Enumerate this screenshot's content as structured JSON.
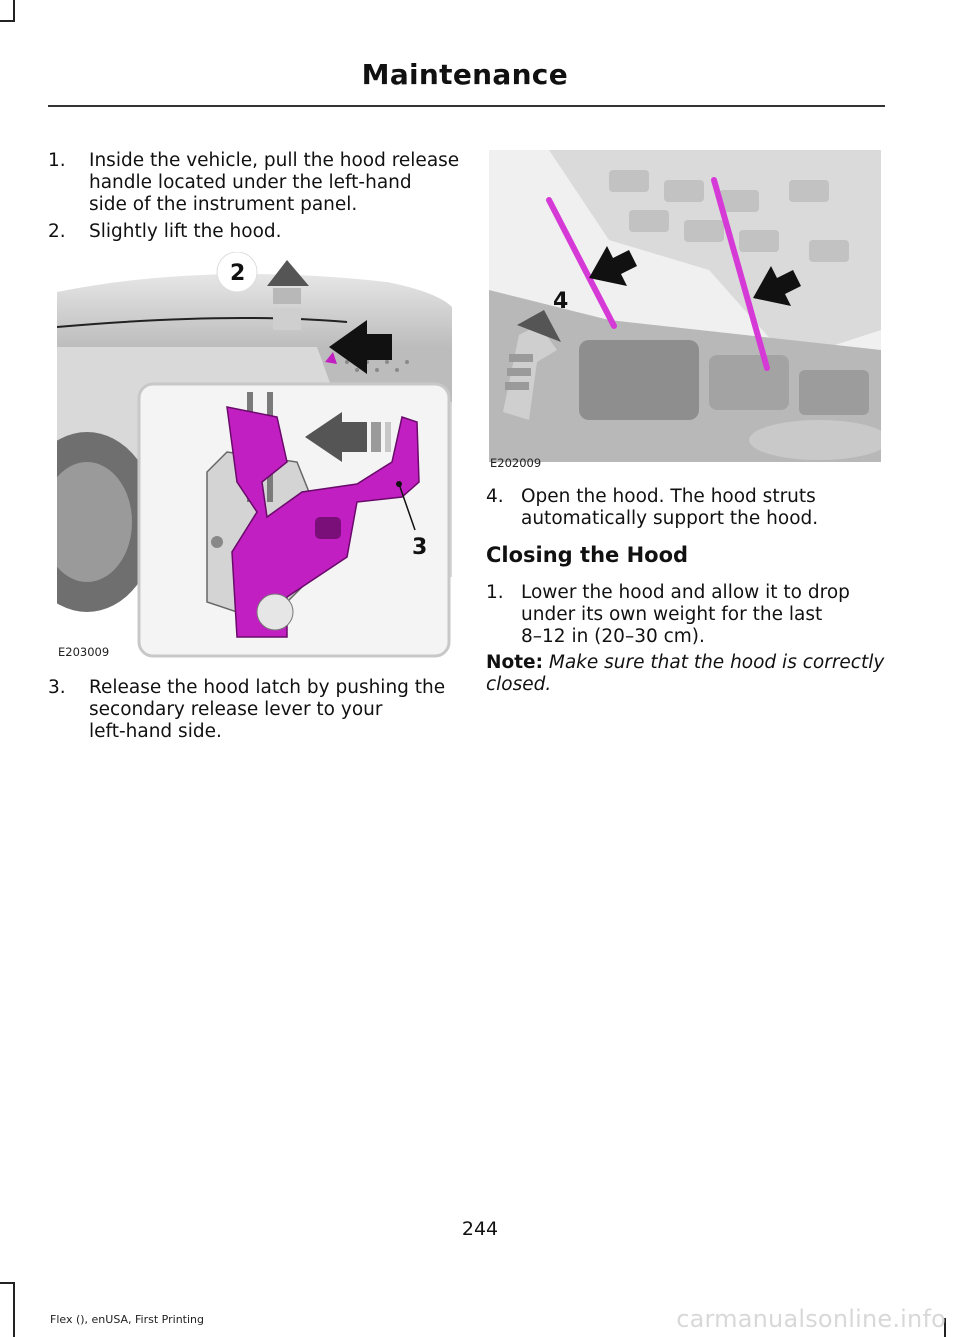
{
  "header": {
    "title": "Maintenance"
  },
  "left_steps": [
    {
      "num": "1.",
      "lines": [
        "Inside the vehicle, pull the hood release",
        "handle located under the left-hand",
        "side of the instrument panel."
      ]
    },
    {
      "num": "2.",
      "lines": [
        "Slightly lift the hood."
      ]
    }
  ],
  "figure1": {
    "code": "E203009",
    "callouts": [
      "2",
      "3"
    ],
    "highlight_color": "#c21fc2"
  },
  "step3": {
    "num": "3.",
    "lines": [
      "Release the hood latch by pushing the",
      "secondary release lever to your",
      "left-hand side."
    ]
  },
  "figure2": {
    "code": "E202009",
    "callouts": [
      "4"
    ],
    "highlight_color": "#d63ad6"
  },
  "step4": {
    "num": "4.",
    "lines": [
      "Open the hood. The hood struts",
      "automatically support the hood."
    ]
  },
  "section": {
    "heading": "Closing the Hood"
  },
  "closing_steps": [
    {
      "num": "1.",
      "lines": [
        "Lower the hood and allow it to drop",
        "under its own weight for the last",
        "8–12 in (20–30 cm)."
      ]
    }
  ],
  "note": {
    "label": "Note:",
    "text": "Make sure that the hood is correctly",
    "text2": "closed."
  },
  "page_number": "244",
  "footer": "Flex (), enUSA, First Printing",
  "watermark": "carmanualsonline.info"
}
